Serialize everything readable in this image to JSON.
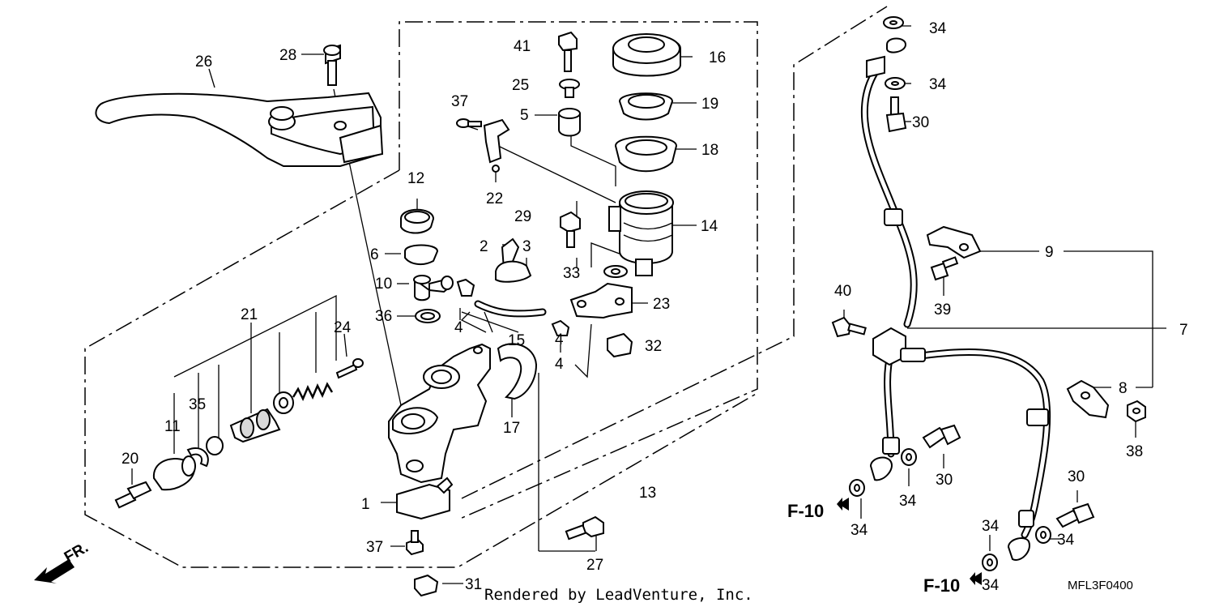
{
  "callouts": [
    "1",
    "2",
    "3",
    "4",
    "4",
    "4",
    "5",
    "6",
    "7",
    "8",
    "9",
    "10",
    "11",
    "12",
    "13",
    "14",
    "15",
    "16",
    "17",
    "18",
    "19",
    "20",
    "21",
    "22",
    "23",
    "24",
    "25",
    "26",
    "27",
    "28",
    "29",
    "30",
    "30",
    "30",
    "31",
    "32",
    "33",
    "34",
    "34",
    "34",
    "34",
    "34",
    "34",
    "34",
    "35",
    "36",
    "37",
    "37",
    "38",
    "39",
    "40",
    "41"
  ],
  "refs": {
    "left": "F-10",
    "right": "F-10"
  },
  "fr_label": "FR.",
  "credit": "Rendered by LeadVenture, Inc.",
  "diagram_code": "MFL3F0400"
}
